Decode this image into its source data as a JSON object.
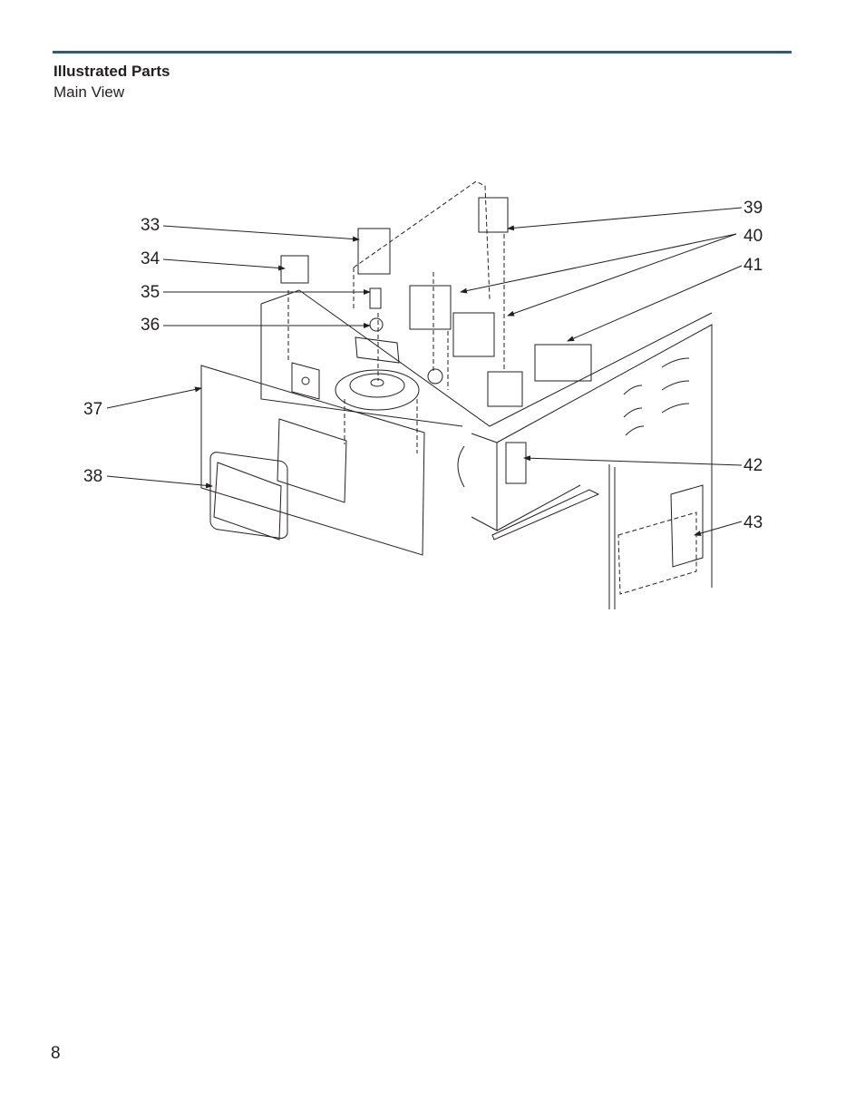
{
  "header": {
    "title": "Illustrated Parts",
    "subtitle": "Main View"
  },
  "callouts": {
    "c33": "33",
    "c34": "34",
    "c35": "35",
    "c36": "36",
    "c37": "37",
    "c38": "38",
    "c39": "39",
    "c40": "40",
    "c41": "41",
    "c42": "42",
    "c43": "43"
  },
  "footer": {
    "page_number": "8"
  },
  "colors": {
    "rule": "#2d5c7f",
    "line": "#231f20"
  }
}
